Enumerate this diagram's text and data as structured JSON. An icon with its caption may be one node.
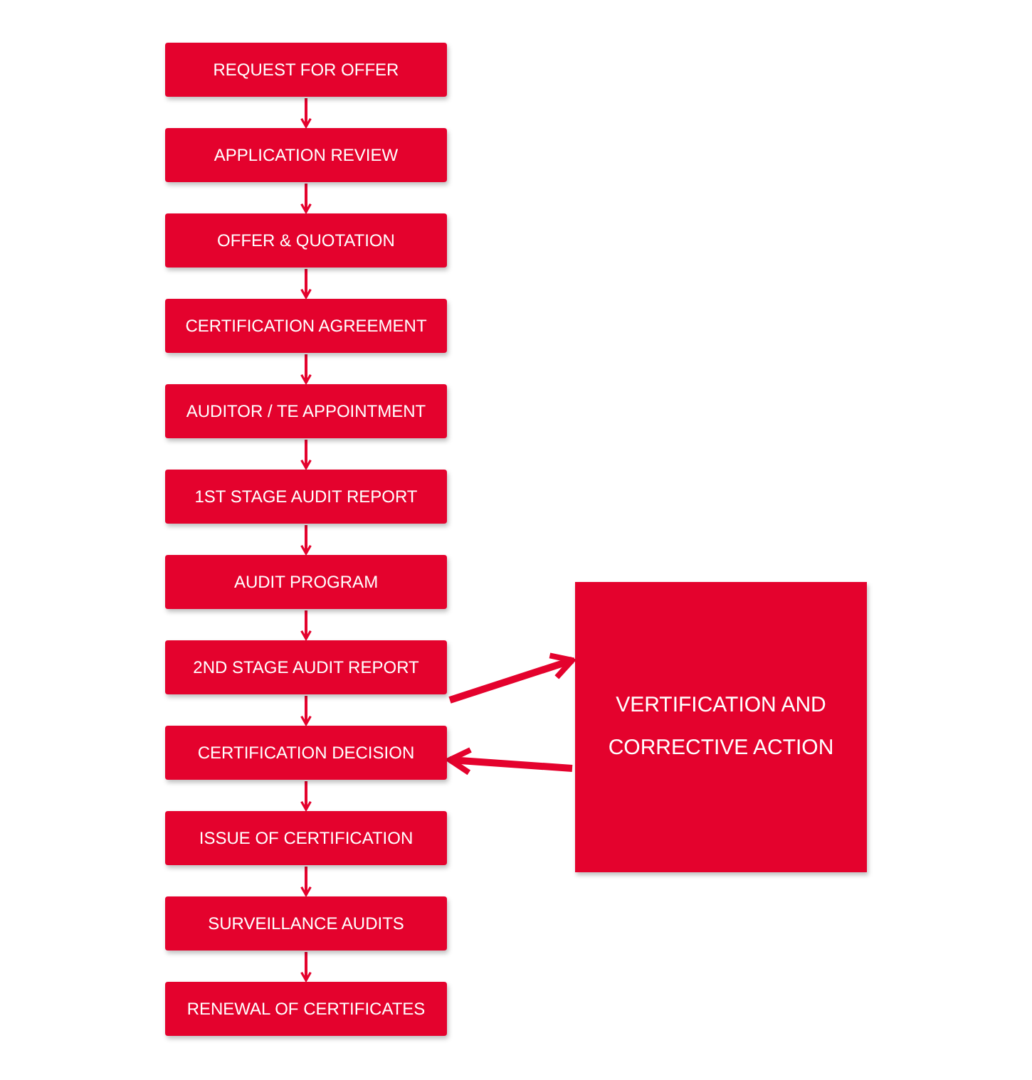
{
  "diagram": {
    "nodes": [
      {
        "text": [
          "REQUEST FOR OFFER"
        ]
      },
      {
        "text": [
          "APPLICATION REVIEW"
        ]
      },
      {
        "text": [
          "OFFER & QUOTATION"
        ]
      },
      {
        "text": [
          "CERTIFICATION AGREEMENT"
        ]
      },
      {
        "text": [
          "AUDITOR / TE APPOINTMENT"
        ]
      },
      {
        "text": [
          "1ST STAGE AUDIT REPORT"
        ]
      },
      {
        "text": [
          "AUDIT PROGRAM"
        ]
      },
      {
        "text": [
          "2ND STAGE AUDIT REPORT"
        ]
      },
      {
        "text": [
          "CERTIFICATION DECISION"
        ]
      },
      {
        "text": [
          "ISSUE OF CERTIFICATION"
        ]
      },
      {
        "text": [
          "SURVEILLANCE AUDITS"
        ]
      },
      {
        "text": [
          "RENEWAL OF CERTIFICATES"
        ]
      },
      {
        "text": [
          "VERTIFICATION AND CORRECTIVE ACTION"
        ]
      }
    ],
    "edges": [
      {
        "from": 0,
        "to": 1,
        "arrow": "to"
      },
      {
        "from": 1,
        "to": 2,
        "arrow": "to"
      },
      {
        "from": 2,
        "to": 3,
        "arrow": "to"
      },
      {
        "from": 3,
        "to": 4,
        "arrow": "to"
      },
      {
        "from": 4,
        "to": 5,
        "arrow": "to"
      },
      {
        "from": 5,
        "to": 6,
        "arrow": "to"
      },
      {
        "from": 6,
        "to": 7,
        "arrow": "to"
      },
      {
        "from": 7,
        "to": 8,
        "arrow": "to"
      },
      {
        "from": 8,
        "to": 9,
        "arrow": "to"
      },
      {
        "from": 9,
        "to": 10,
        "arrow": "to"
      },
      {
        "from": 10,
        "to": 11,
        "arrow": "to"
      },
      {
        "from": 7,
        "to": 12,
        "arrow": "to",
        "style": "thick"
      },
      {
        "from": 12,
        "to": 8,
        "arrow": "to",
        "style": "thick"
      }
    ]
  }
}
